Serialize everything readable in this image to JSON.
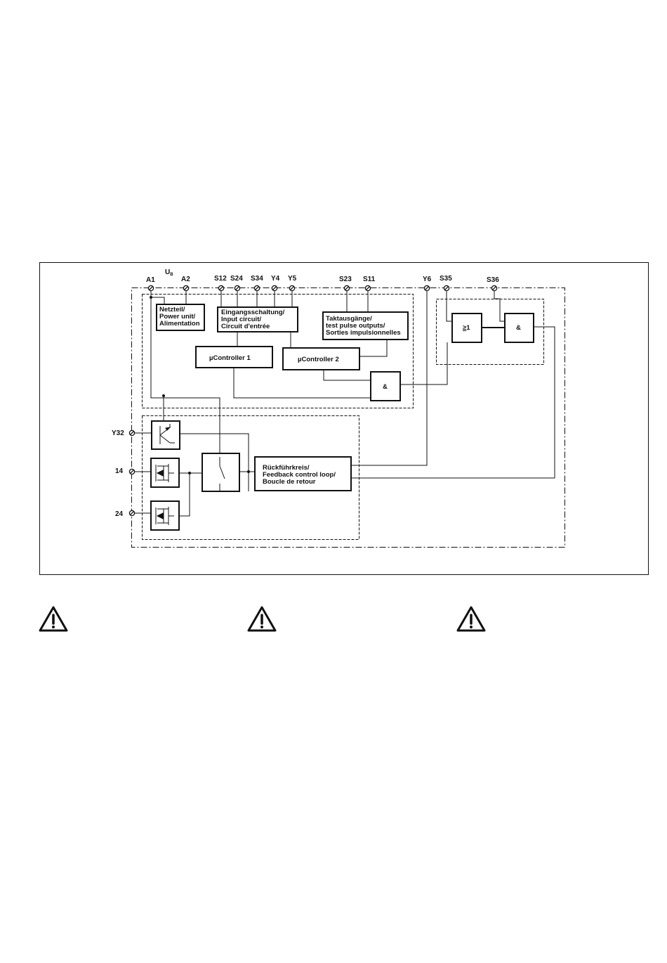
{
  "supply_label": "U",
  "supply_subscript": "B",
  "terminals": {
    "a1": "A1",
    "a2": "A2",
    "s12": "S12",
    "s24": "S24",
    "s34": "S34",
    "y4": "Y4",
    "y5": "Y5",
    "s23": "S23",
    "s11": "S11",
    "y6": "Y6",
    "s35": "S35",
    "s36": "S36",
    "y32": "Y32",
    "t14": "14",
    "t24": "24"
  },
  "blocks": {
    "power_unit": [
      "Netzteil/",
      "Power unit/",
      "Alimentation"
    ],
    "input_circuit": [
      "Eingangsschaltung/",
      "Input circuit/",
      "Circuit d'entrée"
    ],
    "test_pulse": [
      "Taktausgänge/",
      "test pulse outputs/",
      "Sorties impulsionnelles"
    ],
    "ucontroller1": "µController 1",
    "ucontroller2": "µController 2",
    "and_gate_1": "&",
    "and_gate_2": "&",
    "or_gate_symbol": "≥",
    "or_gate_value": "1",
    "feedback_loop": [
      "Rückführkreis/",
      "Feedback control loop/",
      "Boucle de retour"
    ]
  },
  "warning_icons": [
    "warning-triangle-icon",
    "warning-triangle-icon",
    "warning-triangle-icon"
  ],
  "colors": {
    "line": "#111111",
    "background": "#ffffff"
  }
}
